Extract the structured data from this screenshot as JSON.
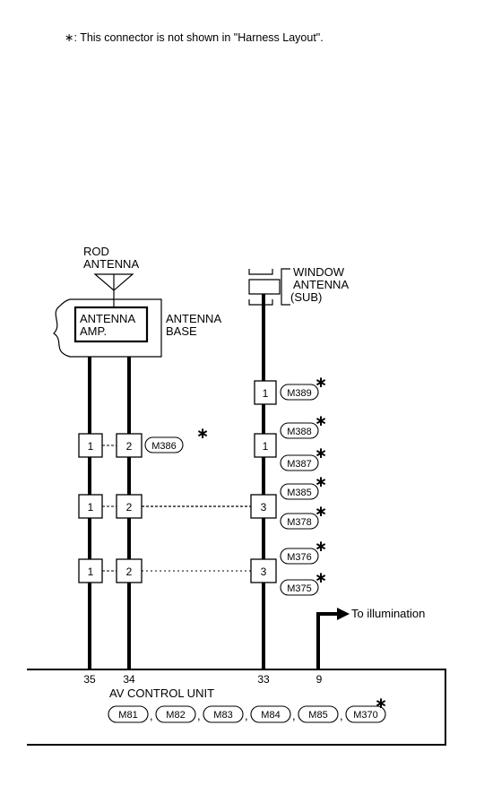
{
  "note": "∗: This connector is not shown in \"Harness Layout\".",
  "rod_antenna": [
    "ROD",
    "ANTENNA"
  ],
  "antenna_amp": [
    "ANTENNA",
    "AMP."
  ],
  "antenna_base": [
    "ANTENNA",
    "BASE"
  ],
  "window_antenna": [
    "WINDOW",
    "ANTENNA",
    "(SUB)"
  ],
  "star": "∗",
  "dash": "-",
  "pins": {
    "m389": "1",
    "m386_a": "1",
    "m386_b": "2",
    "m387": "1",
    "m385_a": "1",
    "m385_b": "2",
    "m378": "3",
    "m376_a": "1",
    "m376_b": "2",
    "m375": "3"
  },
  "connectors": {
    "m389": "M389",
    "m386": "M386",
    "m388": "M388",
    "m387": "M387",
    "m385": "M385",
    "m378": "M378",
    "m376": "M376",
    "m375": "M375"
  },
  "to_illumination": "To illumination",
  "terminals": [
    "35",
    "34",
    "33",
    "9"
  ],
  "av_control_unit": "AV CONTROL UNIT",
  "unit_connectors": [
    "M81",
    "M82",
    "M83",
    "M84",
    "M85",
    "M370"
  ],
  "separator": ","
}
